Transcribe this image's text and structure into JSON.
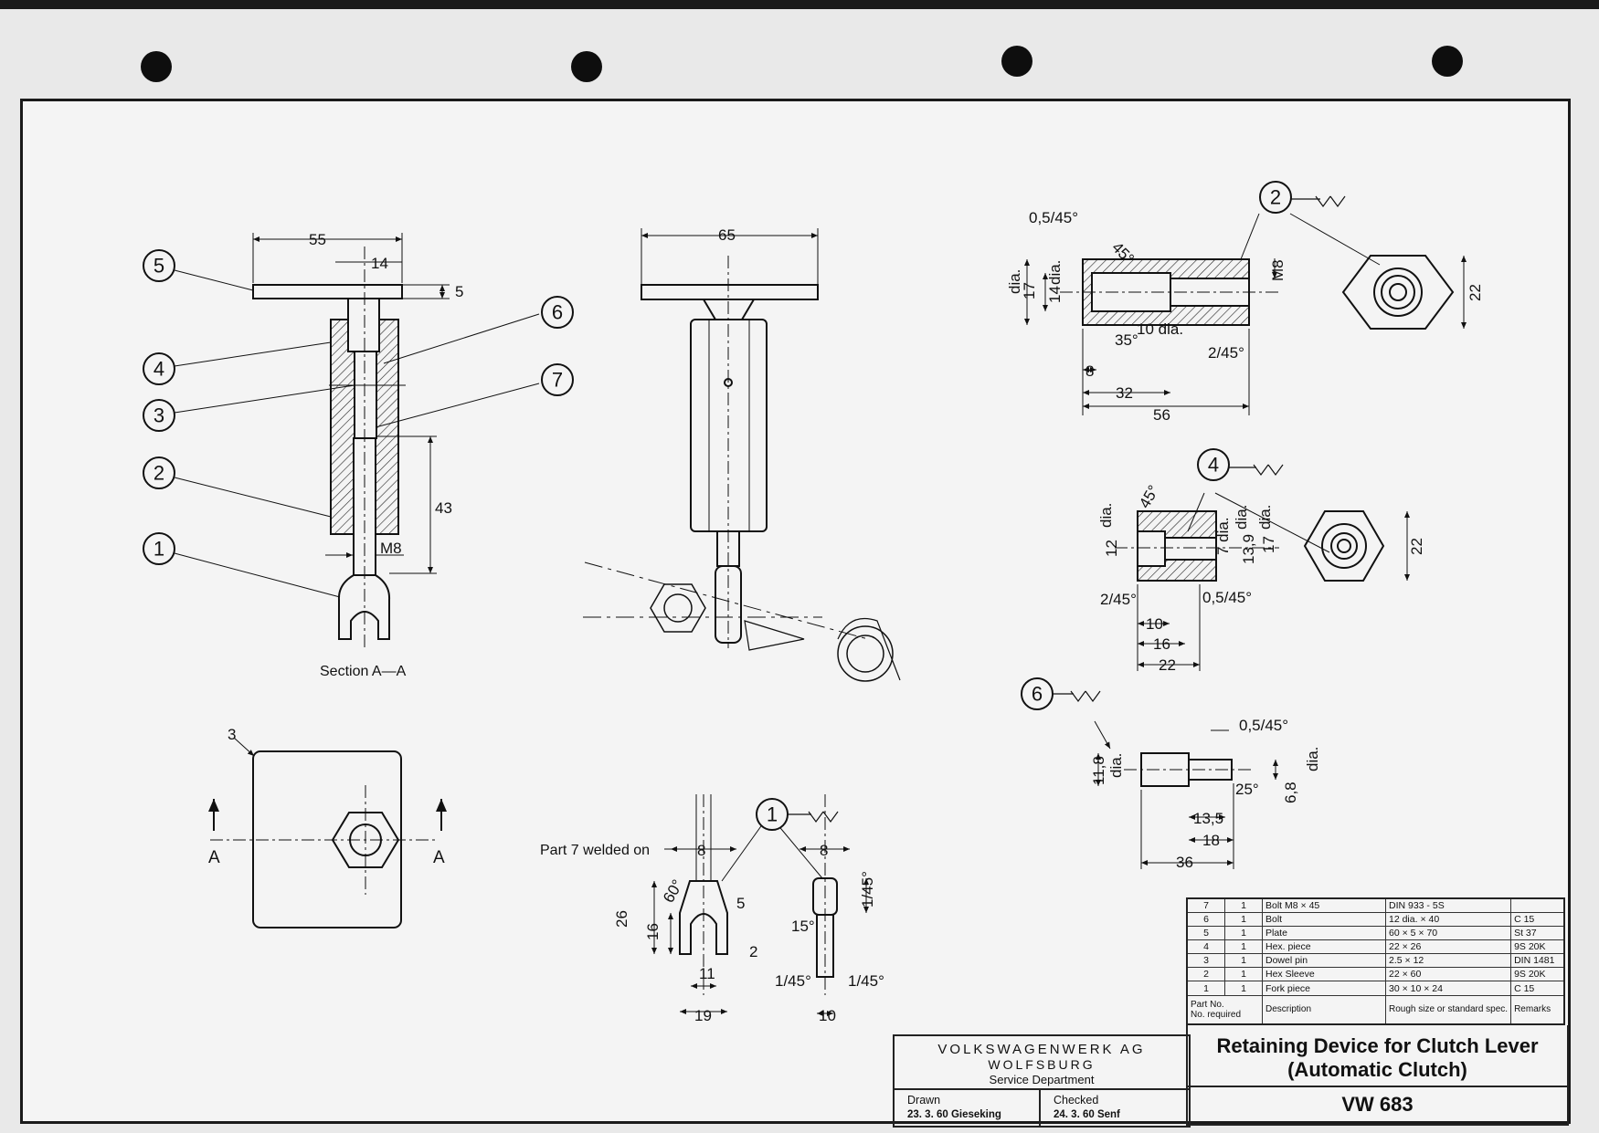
{
  "title_block": {
    "company": "VOLKSWAGENWERK AG",
    "city": "WOLFSBURG",
    "department": "Service Department",
    "drawn_label": "Drawn",
    "drawn_value": "23. 3. 60 Gieseking",
    "checked_label": "Checked",
    "checked_value": "24. 3. 60 Senf",
    "title_line1": "Retaining Device for Clutch Lever",
    "title_line2": "(Automatic Clutch)",
    "drawing_number": "VW 683"
  },
  "parts_list": {
    "headers": {
      "part_no": "Part No.",
      "no_required": "No. required",
      "description": "Description",
      "rough_size": "Rough size or standard spec.",
      "remarks": "Remarks"
    },
    "rows": [
      {
        "part": "7",
        "qty": "1",
        "description": "Bolt M8 × 45",
        "size": "DIN 933 - 5S",
        "remarks": ""
      },
      {
        "part": "6",
        "qty": "1",
        "description": "Bolt",
        "size": "12 dia. × 40",
        "remarks": "C 15"
      },
      {
        "part": "5",
        "qty": "1",
        "description": "Plate",
        "size": "60 × 5 × 70",
        "remarks": "St 37"
      },
      {
        "part": "4",
        "qty": "1",
        "description": "Hex. piece",
        "size": "22 × 26",
        "remarks": "9S 20K"
      },
      {
        "part": "3",
        "qty": "1",
        "description": "Dowel pin",
        "size": "2.5 × 12",
        "remarks": "DIN 1481"
      },
      {
        "part": "2",
        "qty": "1",
        "description": "Hex Sleeve",
        "size": "22 × 60",
        "remarks": "9S 20K"
      },
      {
        "part": "1",
        "qty": "1",
        "description": "Fork piece",
        "size": "30 × 10 × 24",
        "remarks": "C 15"
      }
    ]
  },
  "section_view": {
    "label": "Section A—A",
    "callouts": [
      "5",
      "4",
      "3",
      "2",
      "1",
      "6",
      "7"
    ],
    "dims": {
      "d55": "55",
      "d14": "14",
      "d5": "5",
      "d43": "43",
      "m8": "M8"
    }
  },
  "front_view": {
    "d65": "65"
  },
  "plan_view": {
    "d3": "3",
    "section_mark": "A"
  },
  "part2_detail": {
    "callout": "2",
    "dims": [
      "0,5/45°",
      "45°",
      "dia.",
      "17",
      "dia.",
      "14",
      "M8",
      "35°",
      "10 dia.",
      "2/45°",
      "8",
      "32",
      "56",
      "22"
    ]
  },
  "part4_detail": {
    "callout": "4",
    "dims": [
      "45°",
      "dia.",
      "12",
      "7 dia.",
      "dia.",
      "13,9",
      "dia.",
      "17",
      "22",
      "2/45°",
      "0,5/45°",
      "10",
      "16",
      "22"
    ]
  },
  "part6_detail": {
    "callout": "6",
    "dims": [
      "0,5/45°",
      "11,8",
      "dia.",
      "dia.",
      "25°",
      "6,8",
      "13,5",
      "18",
      "36"
    ]
  },
  "part1_detail": {
    "callout": "1",
    "note": "Part 7 welded on",
    "dims": [
      "8",
      "8",
      "60°",
      "5",
      "26",
      "16",
      "11",
      "2",
      "19",
      "15°",
      "1/45°",
      "1/45°",
      "1/45°",
      "10"
    ]
  },
  "colors": {
    "paper": "#f4f4f4",
    "background": "#e9e9e9",
    "ink": "#111111"
  }
}
